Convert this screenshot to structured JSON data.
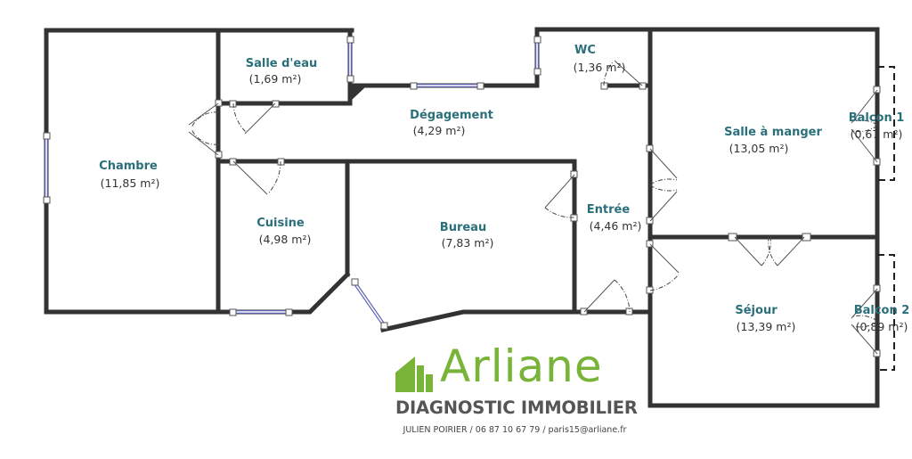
{
  "rooms": {
    "chambre": {
      "name": "Chambre",
      "area": "(11,85 m²)"
    },
    "salle_eau": {
      "name": "Salle d'eau",
      "area": "(1,69 m²)"
    },
    "wc": {
      "name": "WC",
      "area": "(1,36 m²)"
    },
    "degagement": {
      "name": "Dégagement",
      "area": "(4,29 m²)"
    },
    "salle_manger": {
      "name": "Salle à manger",
      "area": "(13,05 m²)"
    },
    "balcon1": {
      "name": "Balcon 1",
      "area": "(0,67 m²)"
    },
    "cuisine": {
      "name": "Cuisine",
      "area": "(4,98 m²)"
    },
    "bureau": {
      "name": "Bureau",
      "area": "(7,83 m²)"
    },
    "entree": {
      "name": "Entrée",
      "area": "(4,46 m²)"
    },
    "sejour": {
      "name": "Séjour",
      "area": "(13,39 m²)"
    },
    "balcon2": {
      "name": "Balcon 2",
      "area": "(0,89 m²)"
    }
  },
  "brand": {
    "name": "Arliane",
    "subtitle": "DIAGNOSTIC IMMOBILIER",
    "contact": "JULIEN POIRIER / 06 87 10 67 79 / paris15@arliane.fr",
    "color": "#79b337",
    "icon": "house-logo-icon"
  },
  "colors": {
    "wall": "#333333",
    "window": "#5a5fb0",
    "room_label": "#2a6f7a"
  }
}
